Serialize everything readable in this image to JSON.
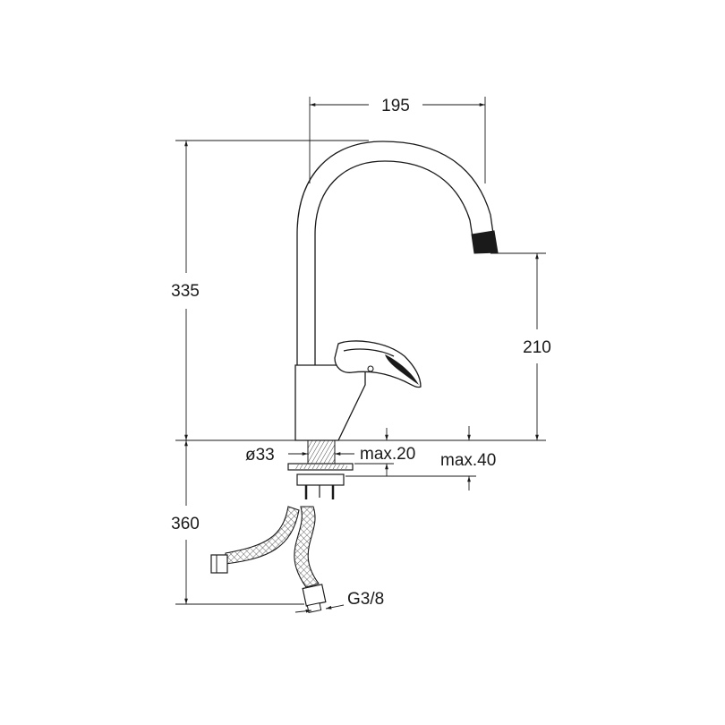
{
  "dimensions": {
    "spout_reach": "195",
    "total_height": "335",
    "spout_height": "210",
    "base_diameter": "ø33",
    "max_deck_thin": "max.20",
    "max_deck_thick": "max.40",
    "hose_length": "360",
    "hose_thread": "G3/8"
  },
  "colors": {
    "line": "#1a1a1a",
    "background": "#ffffff"
  }
}
